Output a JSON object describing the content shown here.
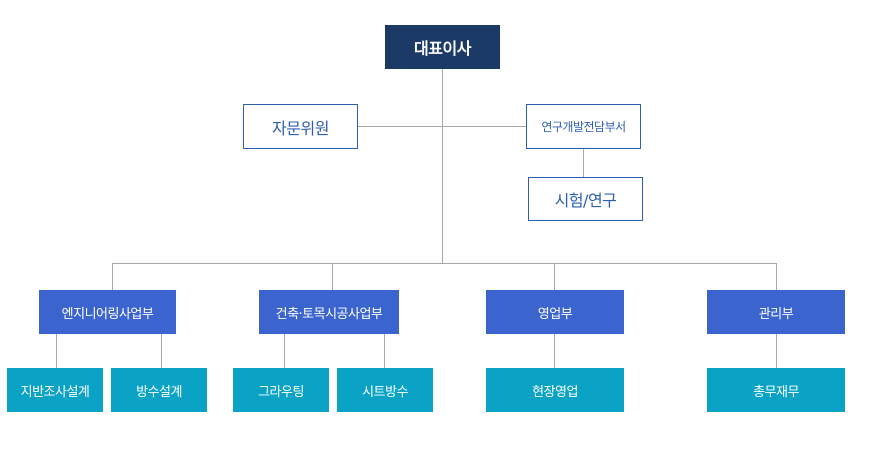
{
  "ceo": "대표이사",
  "advisory": {
    "left": "자문위원",
    "right": "연구개발전담부서",
    "right_sub": "시험/연구"
  },
  "departments": [
    {
      "name": "엔지니어링사업부",
      "teams": [
        "지반조사설계",
        "방수설계"
      ]
    },
    {
      "name": "건축·토목시공사업부",
      "teams": [
        "그라우팅",
        "시트방수"
      ]
    },
    {
      "name": "영업부",
      "teams": [
        "현장영업"
      ]
    },
    {
      "name": "관리부",
      "teams": [
        "총무재무"
      ]
    }
  ],
  "colors": {
    "ceo": "#1b3a66",
    "advisory_border": "#2f5fb3",
    "department": "#3b64cf",
    "team": "#0aa3c6",
    "connector": "#a8a8a8"
  }
}
